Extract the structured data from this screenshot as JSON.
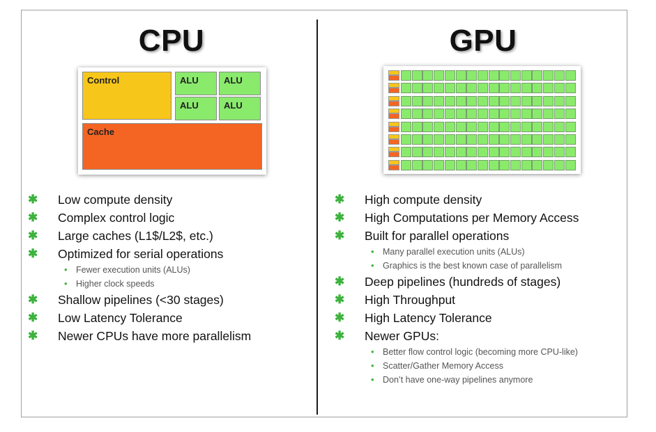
{
  "cpu": {
    "title": "CPU",
    "diagram": {
      "control_label": "Control",
      "alu_labels": [
        "ALU",
        "ALU",
        "ALU",
        "ALU"
      ],
      "cache_label": "Cache",
      "colors": {
        "control": "#f7c61a",
        "alu": "#8aea6c",
        "cache": "#f46524"
      }
    },
    "bullets": [
      {
        "text": "Low compute density",
        "sub": []
      },
      {
        "text": "Complex control logic",
        "sub": []
      },
      {
        "text": "Large caches (L1$/L2$, etc.)",
        "sub": []
      },
      {
        "text": "Optimized for serial operations",
        "sub": [
          "Fewer execution units (ALUs)",
          "Higher clock speeds"
        ]
      },
      {
        "text": "Shallow pipelines (<30 stages)",
        "sub": []
      },
      {
        "text": "Low Latency Tolerance",
        "sub": []
      },
      {
        "text": "Newer CPUs have more parallelism",
        "sub": []
      }
    ]
  },
  "gpu": {
    "title": "GPU",
    "diagram": {
      "rows": 8,
      "alus_per_row": 16
    },
    "bullets": [
      {
        "text": "High compute density",
        "sub": []
      },
      {
        "text": "High Computations per Memory Access",
        "sub": []
      },
      {
        "text": "Built for parallel operations",
        "sub": [
          "Many parallel execution units (ALUs)",
          "Graphics is the best known case of parallelism"
        ]
      },
      {
        "text": "Deep pipelines (hundreds of stages)",
        "sub": []
      },
      {
        "text": "High Throughput",
        "sub": []
      },
      {
        "text": "High Latency Tolerance",
        "sub": []
      },
      {
        "text": "Newer GPUs:",
        "sub": [
          "Better flow control logic (becoming more CPU-like)",
          "Scatter/Gather Memory Access",
          "Don’t have one-way pipelines anymore"
        ]
      }
    ]
  },
  "bullet_icon": "star-bullet-icon",
  "sub_bullet_icon": "dot-bullet-icon",
  "bullet_color": "#3db23d"
}
